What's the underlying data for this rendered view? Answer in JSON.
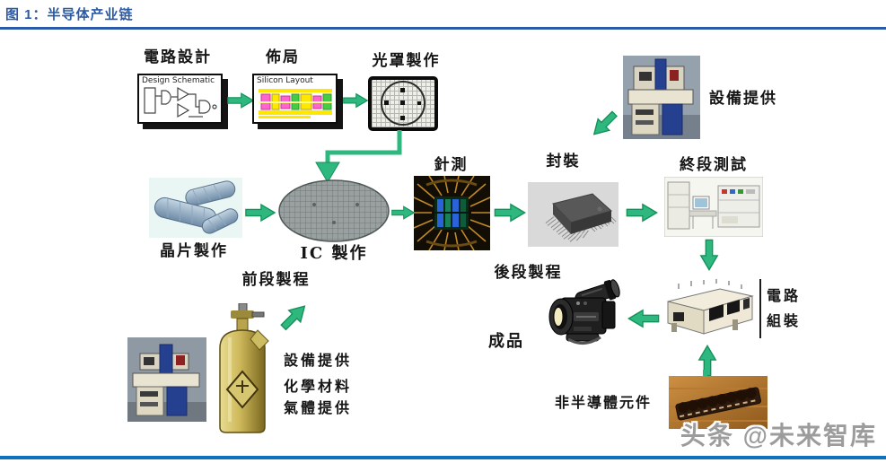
{
  "header": {
    "title": "图 1：半导体产业链"
  },
  "watermark": "头条 @未来智库",
  "colors": {
    "title_blue": "#2b5aa7",
    "bottom_rule_blue": "#0e72bd",
    "arrow_green": "#2eb87f",
    "watermark_gray": "#9c9c9c"
  },
  "boxes": {
    "design_schematic": "Design Schematic",
    "silicon_layout": "Silicon Layout"
  },
  "labels": {
    "circuit_design": "電路設計",
    "layout": "佈局",
    "mask_making": "光罩製作",
    "equipment_supply_top": "設備提供",
    "wafer_making": "晶片製作",
    "ic_making": "IC 製作",
    "front_end_process": "前段製程",
    "probe_test": "針測",
    "packaging": "封裝",
    "final_test": "終段測試",
    "back_end_process": "後段製程",
    "finished_product": "成品",
    "circuit_assembly_line1": "電路",
    "circuit_assembly_line2": "組裝",
    "non_semiconductor_parts": "非半導體元件",
    "equipment_supply_bottom": "設備提供",
    "chemical_materials": "化學材料",
    "gas_supply": "氣體提供"
  },
  "edges": [
    "電路設計 → 佈局",
    "佈局 → 光罩製作",
    "光罩製作 → IC 製作",
    "晶片製作 → IC 製作",
    "IC 製作 → 針測",
    "針測 → 封裝",
    "封裝 → 終段測試",
    "設備提供(上) → 封裝/終段測試",
    "終段測試 → 電路組裝",
    "非半導體元件 → 電路組裝",
    "電路組裝 → 成品",
    "設備提供/化學材料/氣體提供 → 前段製程"
  ]
}
